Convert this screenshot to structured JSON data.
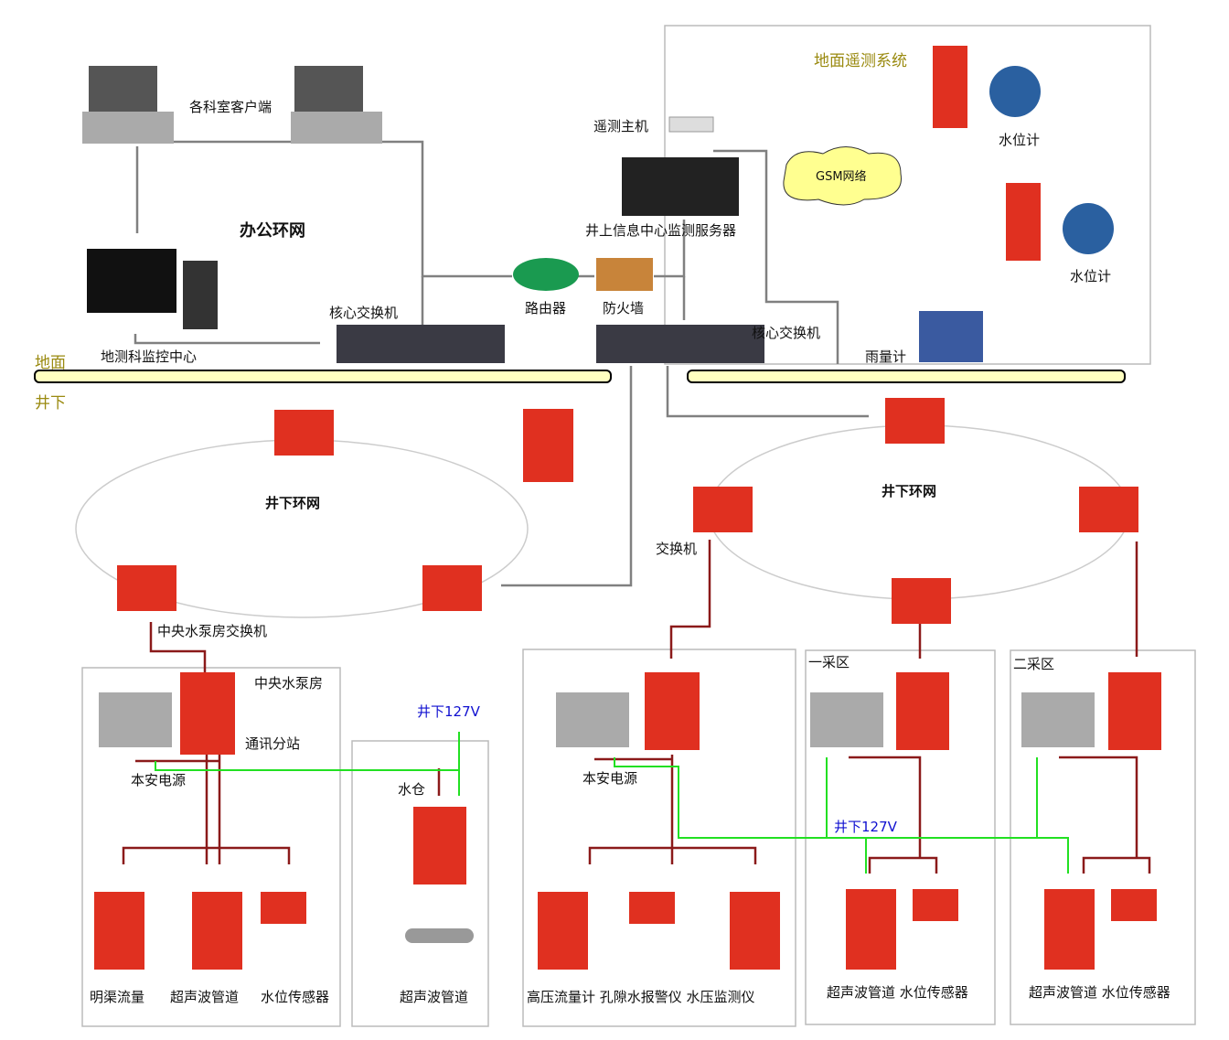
{
  "colors": {
    "surface_line": "#808080",
    "comm_line": "#8b1a1a",
    "power_line": "#22e022",
    "ground_bar": "#ffffc0",
    "device_red": "#e03020",
    "olive_label": "#9a8a10",
    "voltage_label": "#1010d0"
  },
  "surface": {
    "clients_label": "各科室客户端",
    "office_ring": "办公环网",
    "core_switch_left": "核心交换机",
    "core_switch_right": "核心交换机",
    "router": "路由器",
    "firewall": "防火墙",
    "telemetry_host": "遥测主机",
    "server": "井上信息中心监测服务器",
    "monitor_center": "地测科监控中心",
    "ground_label": "地面",
    "telemetry_system": {
      "title": "地面遥测系统",
      "gsm": "GSM网络",
      "water_gauge_1": "水位计",
      "water_gauge_2": "水位计",
      "rain_gauge": "雨量计"
    }
  },
  "underground": {
    "label": "井下",
    "ring_left": "井下环网",
    "ring_right": "井下环网",
    "switch_label": "交换机",
    "pump_switch": "中央水泵房交换机",
    "pump_room": {
      "title": "中央水泵房",
      "substation": "通讯分站",
      "power": "本安电源",
      "sensors": [
        "明渠流量",
        "超声波管道",
        "水位传感器"
      ]
    },
    "sump": {
      "voltage": "井下127V",
      "title": "水仓",
      "sensor": "超声波管道"
    },
    "middle": {
      "power": "本安电源",
      "sensors": "高压流量计 孔隙水报警仪 水压监测仪"
    },
    "voltage_2": "井下127V",
    "zone1": {
      "title": "一采区",
      "sensors": "超声波管道 水位传感器"
    },
    "zone2": {
      "title": "二采区",
      "sensors": "超声波管道 水位传感器"
    }
  }
}
